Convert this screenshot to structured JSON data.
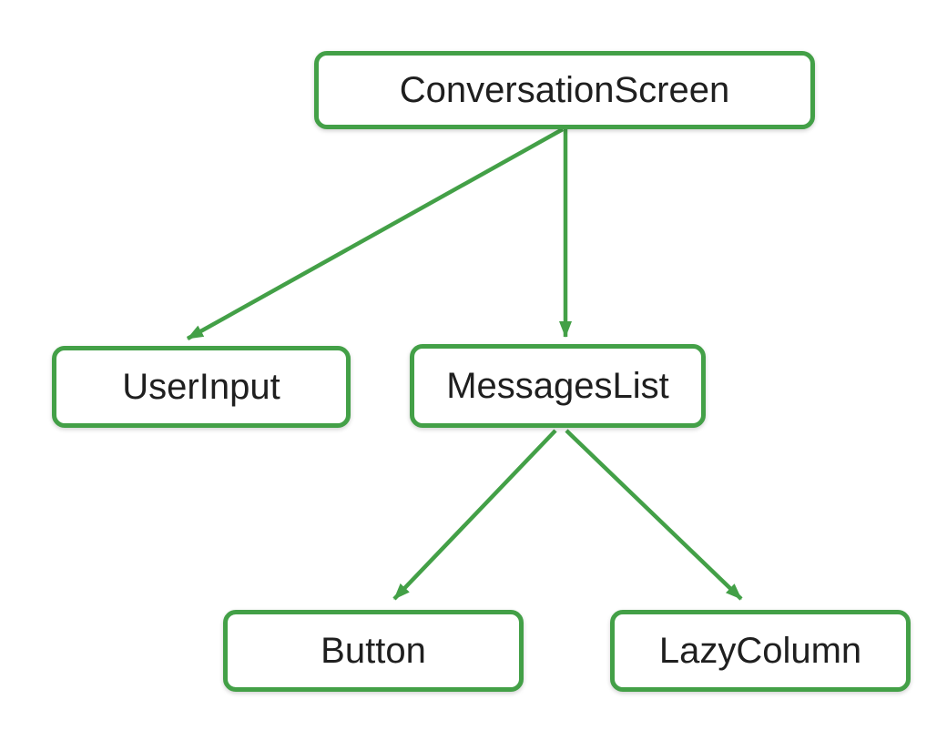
{
  "diagram": {
    "type": "tree",
    "description": "UI component hierarchy tree",
    "nodes": [
      {
        "id": "conversation-screen",
        "label": "ConversationScreen"
      },
      {
        "id": "user-input",
        "label": "UserInput"
      },
      {
        "id": "messages-list",
        "label": "MessagesList"
      },
      {
        "id": "button",
        "label": "Button"
      },
      {
        "id": "lazy-column",
        "label": "LazyColumn"
      }
    ],
    "edges": [
      {
        "from": "ConversationScreen",
        "to": "UserInput"
      },
      {
        "from": "ConversationScreen",
        "to": "MessagesList"
      },
      {
        "from": "MessagesList",
        "to": "Button"
      },
      {
        "from": "MessagesList",
        "to": "LazyColumn"
      }
    ],
    "colors": {
      "node_border": "#43a047",
      "arrow": "#43a047",
      "node_fill": "#ffffff",
      "text": "#1f1f1f",
      "background": "#ffffff"
    }
  }
}
